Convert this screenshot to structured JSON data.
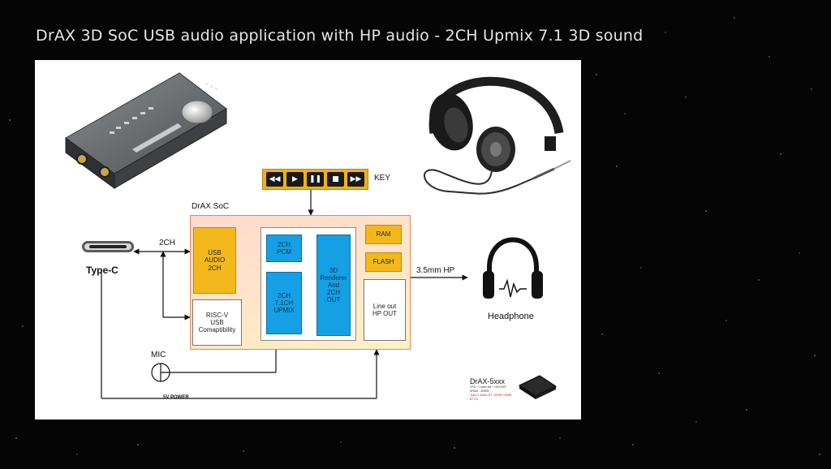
{
  "slide": {
    "title": "DrAX 3D SoC USB audio application with HP audio - 2CH Upmix 7.1 3D sound"
  },
  "diagram": {
    "key_label": "KEY",
    "key_buttons": [
      {
        "icon": "rewind-icon",
        "glyph": "◀◀"
      },
      {
        "icon": "play-icon",
        "glyph": "▶"
      },
      {
        "icon": "pause-icon",
        "glyph": "❚❚"
      },
      {
        "icon": "stop-icon",
        "glyph": "■"
      },
      {
        "icon": "fast-forward-icon",
        "glyph": "▶▶"
      }
    ],
    "soc_label": "DrAX SoC",
    "blocks": {
      "usb_audio": "USB\nAUDIO\n2CH",
      "risc_v": "RISC-V\nUSB\nComaptibility",
      "pcm": "2CH\nPCM",
      "upmix": "2CH\n7.1CH\nUPMIX",
      "renderer": "3D\nRenderer\nAnd\n2CH\nOUT",
      "ram": "RAM",
      "flash": "FLASH",
      "line_out": "Line out\nHP OUT"
    },
    "typec_label": "Type-C",
    "link_label": "2CH",
    "hp_label": "3.5mm HP",
    "headphone_label": "Headphone",
    "mic_label": "MIC",
    "power_label": "5V POWER",
    "chip": {
      "name": "DrAX-5xxx",
      "lines": [
        "CPU : Cortex M4 + HiFi DSP",
        "SRAM : 400KB"
      ],
      "red_lines": [
        "Type-C audio/ BT / SPDIF/ HDMI",
        "BT 5.0"
      ]
    }
  }
}
